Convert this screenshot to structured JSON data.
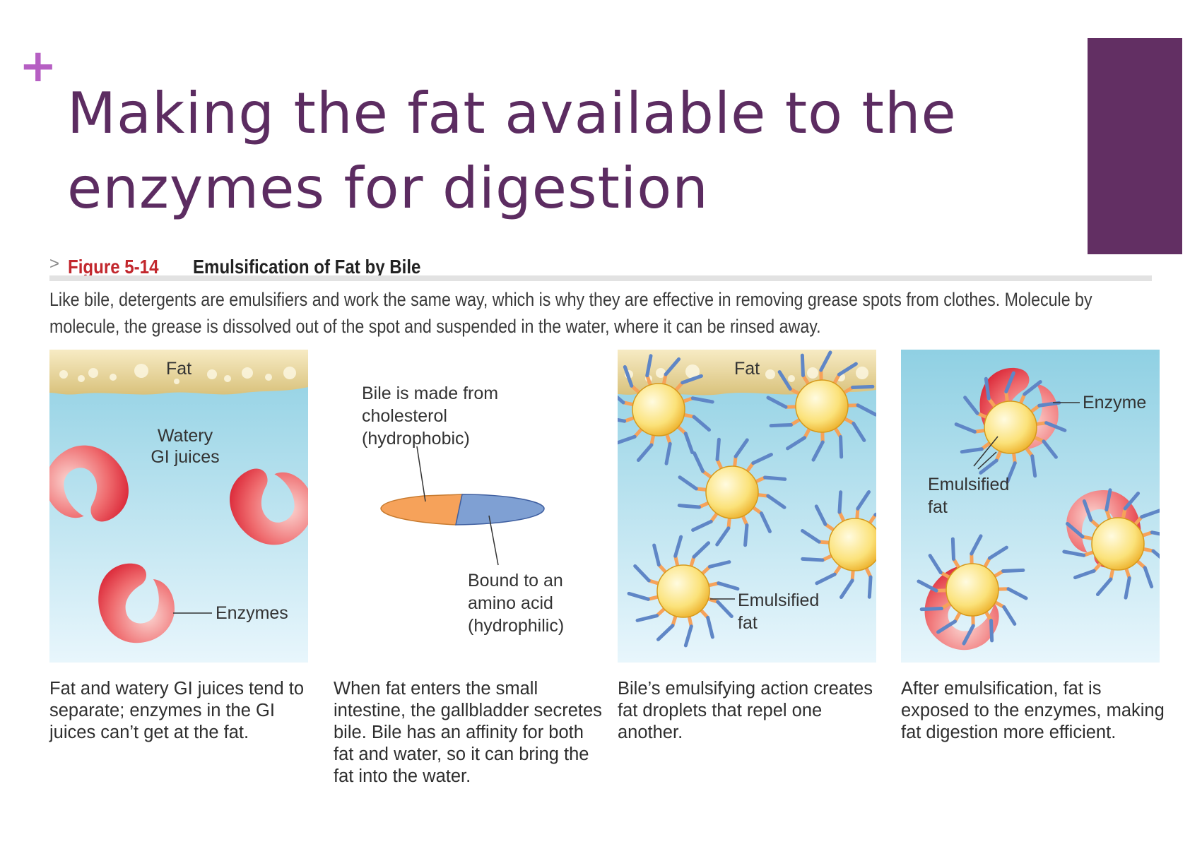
{
  "slide": {
    "plus_symbol": "+",
    "title": "Making the fat available to the enzymes for digestion",
    "accent_color": "#622f63",
    "title_color": "#5c2c61"
  },
  "figure": {
    "arrow": ">",
    "number": "Figure 5-14",
    "title": "Emulsification of Fat by Bile",
    "description": "Like bile, detergents are emulsifiers and work the same way, which is why they are effective in removing grease spots from clothes. Molecule by molecule, the grease is dissolved out of the spot and suspended in the water, where it can be rinsed away."
  },
  "panels": [
    {
      "fat_label": "Fat",
      "water_label_1": "Watery",
      "water_label_2": "GI juices",
      "enzyme_label": "Enzymes",
      "caption": "Fat and watery GI juices tend to separate; enzymes in the GI juices can’t get at the fat."
    },
    {
      "top_label_1": "Bile is made from",
      "top_label_2": "cholesterol",
      "top_label_3": "(hydrophobic)",
      "bottom_label_1": "Bound to an",
      "bottom_label_2": "amino acid",
      "bottom_label_3": "(hydrophilic)",
      "caption": "When fat enters the small intestine, the gallbladder secretes bile. Bile has an affinity for both fat and water, so it can bring the fat into the water."
    },
    {
      "fat_label": "Fat",
      "emulsified_label_1": "Emulsified",
      "emulsified_label_2": "fat",
      "caption": "Bile’s emulsifying action creates fat droplets that repel one another."
    },
    {
      "enzyme_label": "Enzyme",
      "emulsified_label_1": "Emulsified",
      "emulsified_label_2": "fat",
      "caption": "After emulsification, fat is exposed to the enzymes, making fat digestion more efficient."
    }
  ],
  "colors": {
    "fat": "#f2e1a8",
    "water_top": "#9fd7e6",
    "water_bottom": "#e6f5fb",
    "enzyme": "#e02a3a",
    "droplet": "#f6c52c",
    "bile_orange": "#f6a25a",
    "bile_blue": "#6e8fc8"
  }
}
